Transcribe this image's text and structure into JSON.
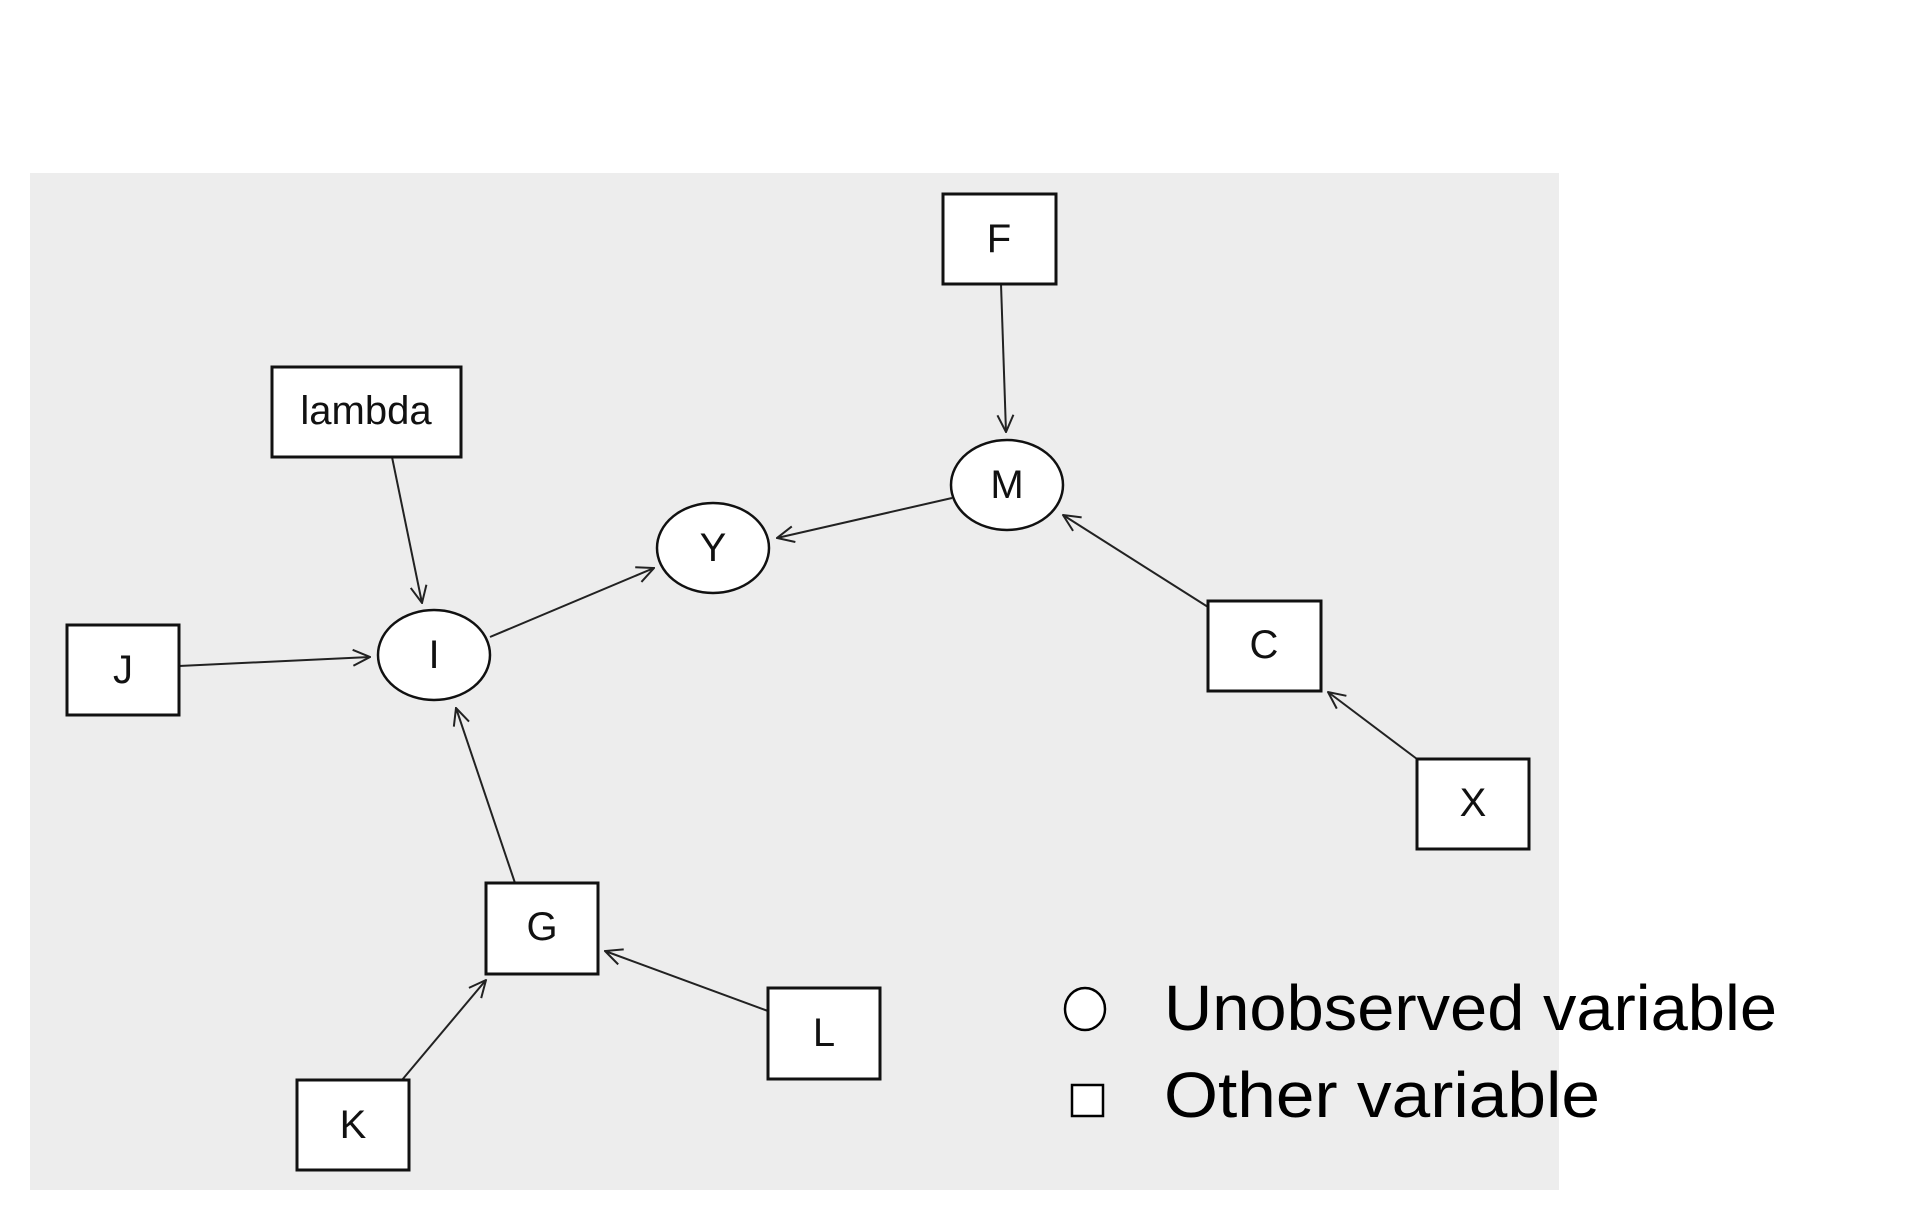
{
  "nodes": {
    "F": {
      "label": "F",
      "type": "observed"
    },
    "lambda": {
      "label": "lambda",
      "type": "observed"
    },
    "M": {
      "label": "M",
      "type": "unobserved"
    },
    "Y": {
      "label": "Y",
      "type": "unobserved"
    },
    "I": {
      "label": "I",
      "type": "unobserved"
    },
    "J": {
      "label": "J",
      "type": "observed"
    },
    "C": {
      "label": "C",
      "type": "observed"
    },
    "X": {
      "label": "X",
      "type": "observed"
    },
    "G": {
      "label": "G",
      "type": "observed"
    },
    "L": {
      "label": "L",
      "type": "observed"
    },
    "K": {
      "label": "K",
      "type": "observed"
    }
  },
  "edges": [
    {
      "from": "F",
      "to": "M"
    },
    {
      "from": "lambda",
      "to": "I"
    },
    {
      "from": "M",
      "to": "Y"
    },
    {
      "from": "C",
      "to": "M"
    },
    {
      "from": "X",
      "to": "C"
    },
    {
      "from": "I",
      "to": "Y"
    },
    {
      "from": "J",
      "to": "I"
    },
    {
      "from": "G",
      "to": "I"
    },
    {
      "from": "L",
      "to": "G"
    },
    {
      "from": "K",
      "to": "G"
    }
  ],
  "legend": {
    "unobserved": "Unobserved variable",
    "other": "Other variable"
  },
  "colors": {
    "background": "#ededed",
    "node_fill": "#ffffff",
    "stroke": "#111111"
  }
}
